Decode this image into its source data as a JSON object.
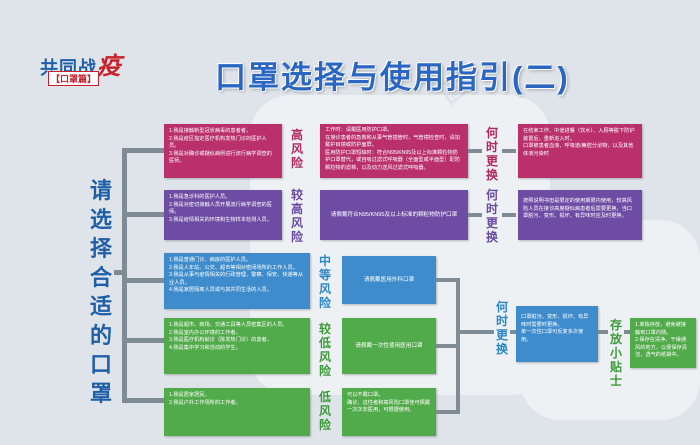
{
  "logo": {
    "main_a": "共同战",
    "main_b": "疫",
    "sub": "【口罩篇】"
  },
  "title": "口罩选择与使用指引(二)",
  "side_title": "请选择合适的口罩",
  "rows": [
    {
      "risk": "高风险",
      "people": [
        "1.我是接触新型冠状病毒的患者者。",
        "2.我是疫区指定医疗机构发热门诊的医护人员。",
        "3.我是对确诊或疑似病例进行流行病学调查的医师。"
      ],
      "advice": [
        "工作时：请戴医用防护口罩。",
        "在接诊患者的急救和从事气管插管时，气管镜检查时，请加戴护目镜或防护面屏。",
        "医用防护口罩短缺时：符合N95/KN95及以上标准颗粒物防护口罩替代，或自吸过滤式呼吸器（全面型或半面型）配防颗粒物的滤棉，以及动力送风过滤式呼吸器。"
      ],
      "when_label": "何时更换",
      "when": [
        "在结束工作、中途进餐（饮水）、入厕等脱下防护装置后，重新进入时。",
        "口罩被患者血液、呼吸道/鼻腔分泌物，以及其他体液污染时"
      ]
    },
    {
      "risk": "较高风险",
      "people": [
        "1.我是急诊科的医护人员。",
        "2.我是对密切接触人员开展流行病学调查的医师。",
        "3.我是疫情相关的环境和生物样本检测人员。"
      ],
      "advice": [
        "请佩戴符合N95/KN95及以上标准的颗粒物防护口罩"
      ],
      "when_label": "何时更换",
      "when": [
        "按照说明书但是限定的使用期限内使用，较高风险人员在接诊高度疑似病患者后需要更换，当口罩脏污、变形、损坏、有异味时应及时更换。"
      ]
    },
    {
      "risk": "中等风险",
      "people": [
        "1.我是普通门诊、病房的医护人员。",
        "2.我是人年站、公交、超市等相对密闭场所的工作人员。",
        "3.我是从事与疫情相关的行政管理、警察、保安、快递等从业人员。",
        "4.我是家居隔离人员或与其共同生活的人员。"
      ],
      "advice": [
        "请佩戴医用外科口罩"
      ]
    },
    {
      "risk": "较低风险",
      "people": [
        "1.我是超市、商场、交通工具等人员密集区的人员。",
        "2.我是室内办公环境的工作者。",
        "3.我是医疗机构就诊（除发热门诊）的患者。",
        "4.我是集中学习和活动的学生。"
      ],
      "advice": [
        "请佩戴一次性使用医用口罩"
      ]
    },
    {
      "risk": "低风险",
      "people": [
        "1.我是居家居民。",
        "2.我是户外工作场所的工作者。"
      ],
      "advice": [
        "可以不戴口罩。",
        "确诊、这性者和高风险口罩佳可佩戴一次次非医用，可根据使用。"
      ]
    }
  ],
  "shared_when": {
    "label": "何时更换",
    "text": [
      "口罩脏污、变形、损坏、有异味时需要时更换。",
      "单一次性口罩可反复多次使用。"
    ]
  },
  "tips": {
    "label": "存放小贴士",
    "text": [
      "1.单独存放，避免被接触到口罩内侧。",
      "2.保存在清净、干燥通风的地方，以便保存清洁，透气的纸袋中。"
    ]
  }
}
